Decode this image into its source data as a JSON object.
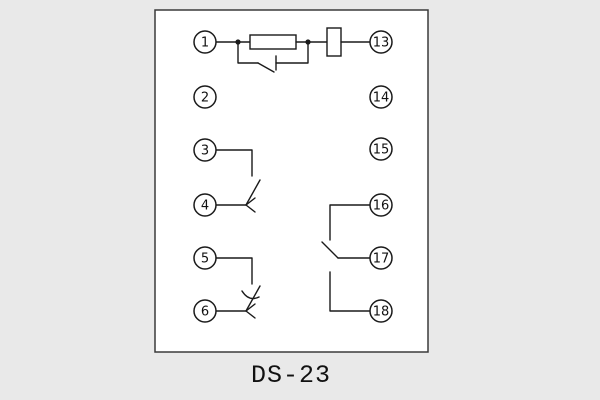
{
  "title": "DS-23",
  "terminals": {
    "left": [
      "1",
      "2",
      "3",
      "4",
      "5",
      "6"
    ],
    "right": [
      "13",
      "14",
      "15",
      "16",
      "17",
      "18"
    ]
  },
  "colors": {
    "background": "#e9e9e9",
    "box_fill": "#ffffff",
    "line": "#1a1a1a",
    "border": "#3a3a3a",
    "text": "#111111"
  }
}
